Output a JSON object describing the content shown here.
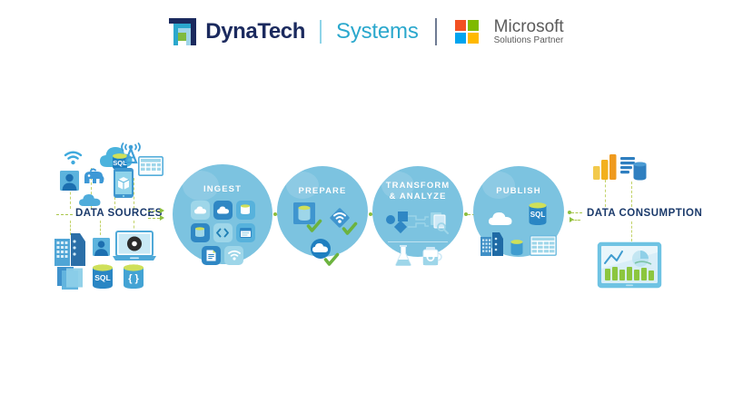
{
  "header": {
    "logo_mark_name": "dynatech-nested-square-logo",
    "brand_primary": "DynaTech",
    "brand_secondary": "Systems",
    "partner_name": "Microsoft",
    "partner_tier": "Solutions Partner",
    "colors": {
      "brand_navy": "#1b2a5e",
      "brand_cyan": "#2ba8cd",
      "ms_red": "#f25022",
      "ms_green": "#7fba00",
      "ms_blue": "#00a4ef",
      "ms_yellow": "#ffb900"
    }
  },
  "diagram": {
    "left_label": "DATA SOURCES",
    "right_label": "DATA CONSUMPTION",
    "label_color": "#1b3a6b",
    "connector_color": "#8cbf3f",
    "circle_color": "#7cc3e0",
    "stages": [
      {
        "id": "ingest",
        "label": "INGEST"
      },
      {
        "id": "prepare",
        "label": "PREPARE"
      },
      {
        "id": "transform",
        "label": "TRANSFORM\n& ANALYZE",
        "line1": "TRANSFORM",
        "line2": "& ANALYZE"
      },
      {
        "id": "publish",
        "label": "PUBLISH"
      }
    ],
    "source_icons": [
      {
        "name": "wifi-icon"
      },
      {
        "name": "user-icon"
      },
      {
        "name": "hadoop-elephant-icon"
      },
      {
        "name": "cloud-icon"
      },
      {
        "name": "cloud-sql-database-icon",
        "text": "SQL"
      },
      {
        "name": "radio-tower-icon"
      },
      {
        "name": "mobile-phone-icon"
      },
      {
        "name": "spreadsheet-grid-icon"
      },
      {
        "name": "office-buildings-icon"
      },
      {
        "name": "user-icon-2"
      },
      {
        "name": "laptop-media-icon"
      },
      {
        "name": "documents-stack-icon"
      },
      {
        "name": "sql-database-icon",
        "text": "SQL"
      },
      {
        "name": "json-database-icon",
        "text": "{ }"
      }
    ],
    "ingest_tiles": [
      {
        "name": "cloud-tile-icon"
      },
      {
        "name": "cloud-filled-tile-icon"
      },
      {
        "name": "server-tile-icon"
      },
      {
        "name": "database-tile-icon"
      },
      {
        "name": "code-brackets-tile-icon"
      },
      {
        "name": "window-tile-icon"
      },
      {
        "name": "document-tile-icon"
      },
      {
        "name": "wifi-tile-icon"
      }
    ],
    "prepare_icons": [
      {
        "name": "database-check-icon"
      },
      {
        "name": "wifi-diamond-check-icon"
      },
      {
        "name": "cloud-check-icon"
      }
    ],
    "transform_icons": [
      {
        "name": "node-flow-diagram-icon"
      },
      {
        "name": "documents-search-icon"
      },
      {
        "name": "flask-icon"
      },
      {
        "name": "beaker-gear-icon"
      }
    ],
    "publish_icons": [
      {
        "name": "cloud-icon"
      },
      {
        "name": "sql-database-icon",
        "text": "SQL"
      },
      {
        "name": "office-buildings-icon"
      },
      {
        "name": "small-database-icon"
      },
      {
        "name": "spreadsheet-grid-icon"
      }
    ],
    "consumption_icons": [
      {
        "name": "power-bi-bars-icon"
      },
      {
        "name": "reports-database-icon"
      },
      {
        "name": "tablet-dashboard-icon"
      }
    ]
  }
}
